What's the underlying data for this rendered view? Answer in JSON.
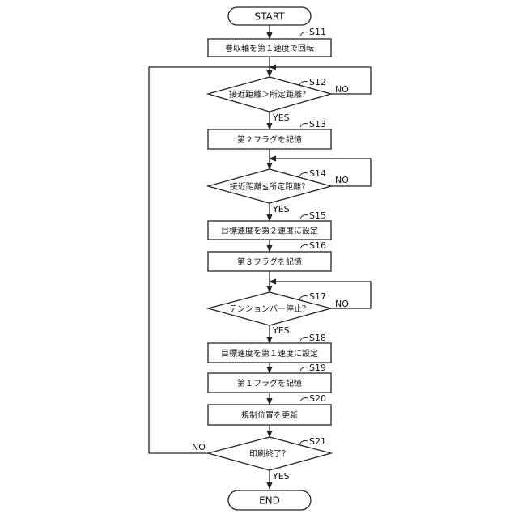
{
  "start_label": "START",
  "end_label": "END",
  "yes_label": "YES",
  "no_label": "NO",
  "steps": {
    "s11": {
      "id": "S11",
      "text": "巻取軸を第１速度で回転"
    },
    "s12": {
      "id": "S12",
      "text": "接近距離＞所定距離？"
    },
    "s13": {
      "id": "S13",
      "text": "第２フラグを記憶"
    },
    "s14": {
      "id": "S14",
      "text": "接近距離≦所定距離？"
    },
    "s15": {
      "id": "S15",
      "text": "目標速度を第２速度に設定"
    },
    "s16": {
      "id": "S16",
      "text": "第３フラグを記憶"
    },
    "s17": {
      "id": "S17",
      "text": "テンションバー停止？"
    },
    "s18": {
      "id": "S18",
      "text": "目標速度を第１速度に設定"
    },
    "s19": {
      "id": "S19",
      "text": "第１フラグを記憶"
    },
    "s20": {
      "id": "S20",
      "text": "規制位置を更新"
    },
    "s21": {
      "id": "S21",
      "text": "印刷終了？"
    }
  }
}
